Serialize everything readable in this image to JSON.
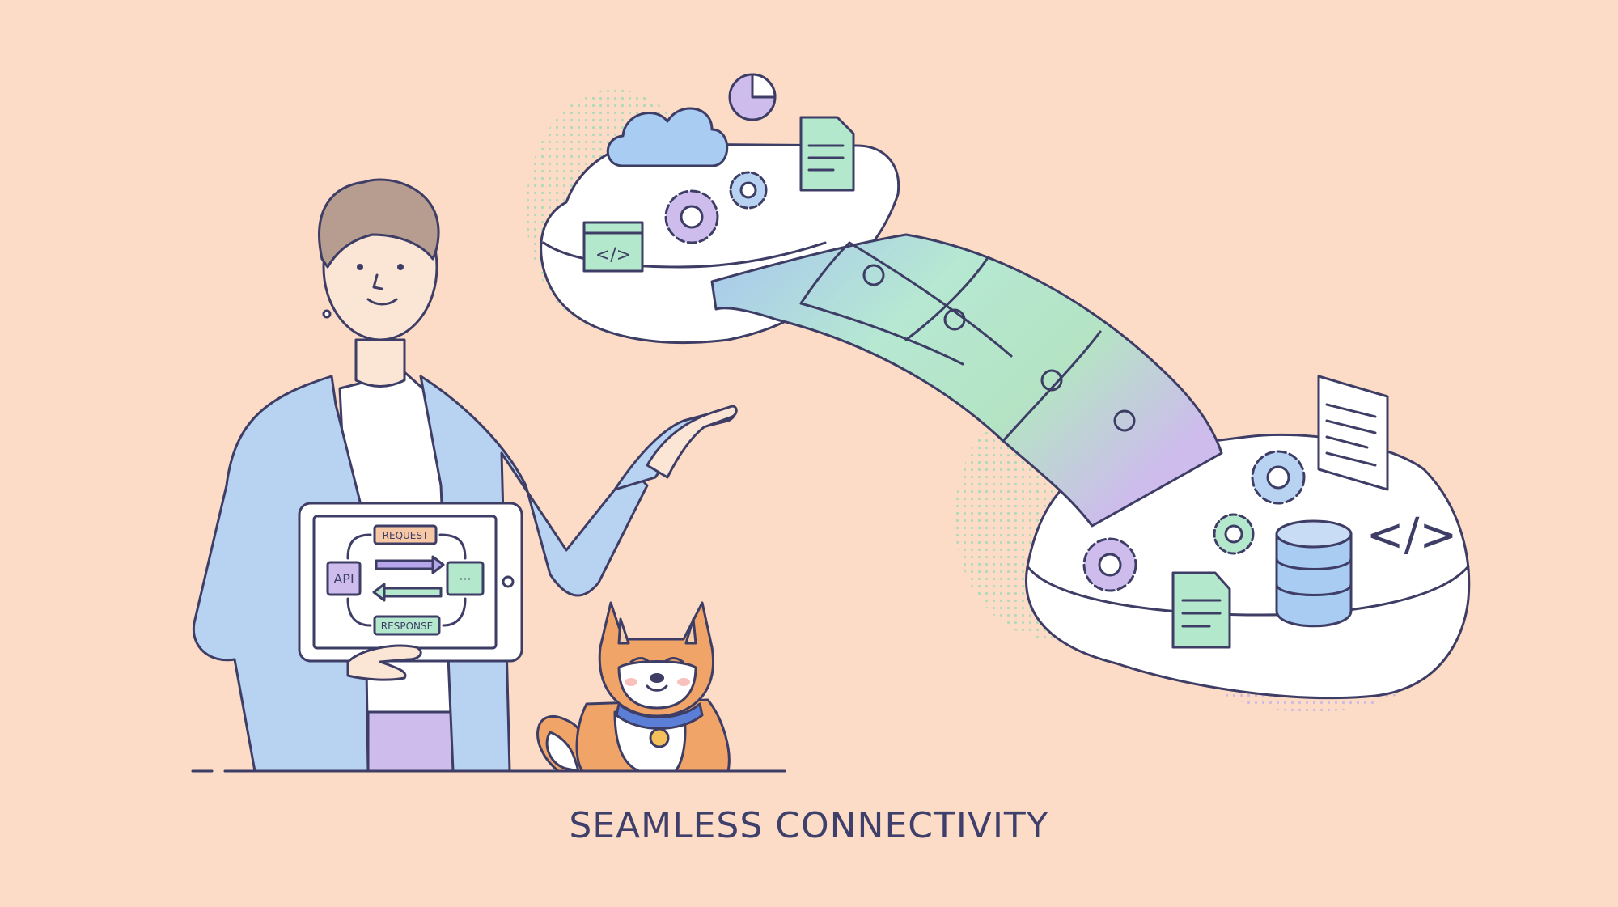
{
  "caption": "SEAMLESS CONNECTIVITY",
  "tablet": {
    "request_label": "REQUEST",
    "response_label": "RESPONSE",
    "api_label": "API",
    "dots_label": "···"
  },
  "code_glyph": "</>",
  "colors": {
    "background": "#fcdcc6",
    "ink": "#3d3d66",
    "blue": "#a8ccf2",
    "green": "#b4e8cc",
    "purple": "#cdbcec",
    "orange": "#f0a468",
    "request_fill": "#f6c8a6",
    "response_fill": "#b4e8cc"
  },
  "icons": [
    "cloud-icon",
    "pie-chart-icon",
    "document-icon",
    "gear-icon",
    "code-window-icon",
    "database-icon",
    "code-brackets-icon",
    "browser-window-icon"
  ]
}
